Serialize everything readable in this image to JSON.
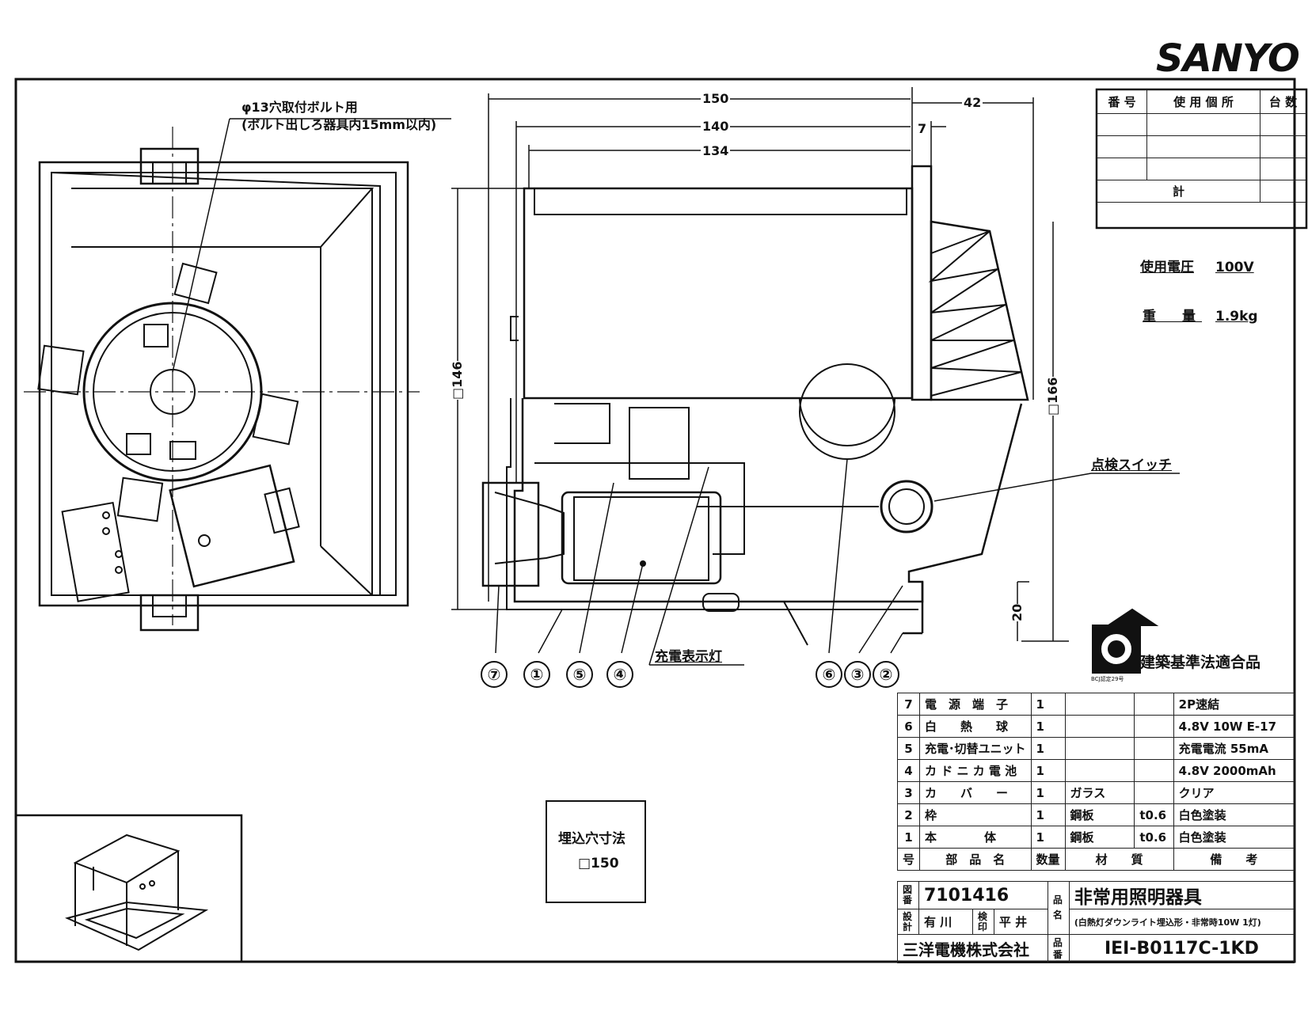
{
  "brand": {
    "logo": "SANYO"
  },
  "notes": {
    "bolt_hole_line1": "φ13穴取付ボルト用",
    "bolt_hole_line2": "(ボルト出しろ器具内15mm以内)",
    "check_switch": "点検スイッチ",
    "charge_indicator": "充電表示灯"
  },
  "dimensions": {
    "d150": "150",
    "d140": "140",
    "d134": "134",
    "d42": "42",
    "d7": "7",
    "d146": "□146",
    "d166": "□166",
    "d20": "20"
  },
  "part_callouts": [
    "⑦",
    "①",
    "⑤",
    "④",
    "⑥",
    "③",
    "②"
  ],
  "usage_table": {
    "headers": [
      "番 号",
      "使 用 個 所",
      "台 数"
    ],
    "total_label": "計"
  },
  "specs": {
    "voltage_label": "使用電圧",
    "voltage_value": "100V",
    "weight_label": "重　量",
    "weight_value": "1.9kg"
  },
  "certification": {
    "mark_caption": "BCJ認定29号",
    "label": "建築基準法適合品"
  },
  "cutout": {
    "label": "埋込穴寸法",
    "value": "□150"
  },
  "parts_table": {
    "rows": [
      {
        "no": "7",
        "name": "電　源　端　子",
        "qty": "1",
        "material": "",
        "thickness": "",
        "note": "2P速結"
      },
      {
        "no": "6",
        "name": "白　　熱　　球",
        "qty": "1",
        "material": "",
        "thickness": "",
        "note": "4.8V 10W E-17"
      },
      {
        "no": "5",
        "name": "充電･切替ユニット",
        "qty": "1",
        "material": "",
        "thickness": "",
        "note": "充電電流 55mA"
      },
      {
        "no": "4",
        "name": "カ ド ニ カ 電 池",
        "qty": "1",
        "material": "",
        "thickness": "",
        "note": "4.8V 2000mAh"
      },
      {
        "no": "3",
        "name": "カ　　バ　　ー",
        "qty": "1",
        "material": "ガラス",
        "thickness": "",
        "note": "クリア"
      },
      {
        "no": "2",
        "name": "枠",
        "qty": "1",
        "material": "鋼板",
        "thickness": "t0.6",
        "note": "白色塗装"
      },
      {
        "no": "1",
        "name": "本　　　　体",
        "qty": "1",
        "material": "鋼板",
        "thickness": "t0.6",
        "note": "白色塗装"
      }
    ],
    "header": {
      "no": "号",
      "name": "部　品　名",
      "qty": "数量",
      "material": "材　　質",
      "note": "備　　考"
    }
  },
  "title_block": {
    "drawing_no_label": "図番",
    "drawing_no": "7101416",
    "product_label": "品名",
    "product_name": "非常用照明器具",
    "product_sub": "(白熱灯ダウンライト埋込形・非常時10W 1灯)",
    "design_label": "設計",
    "designer": "有 川",
    "check_label": "検印",
    "checker": "平 井",
    "company": "三洋電機株式会社",
    "model_label": "品番",
    "model": "IEI-B0117C-1KD"
  }
}
